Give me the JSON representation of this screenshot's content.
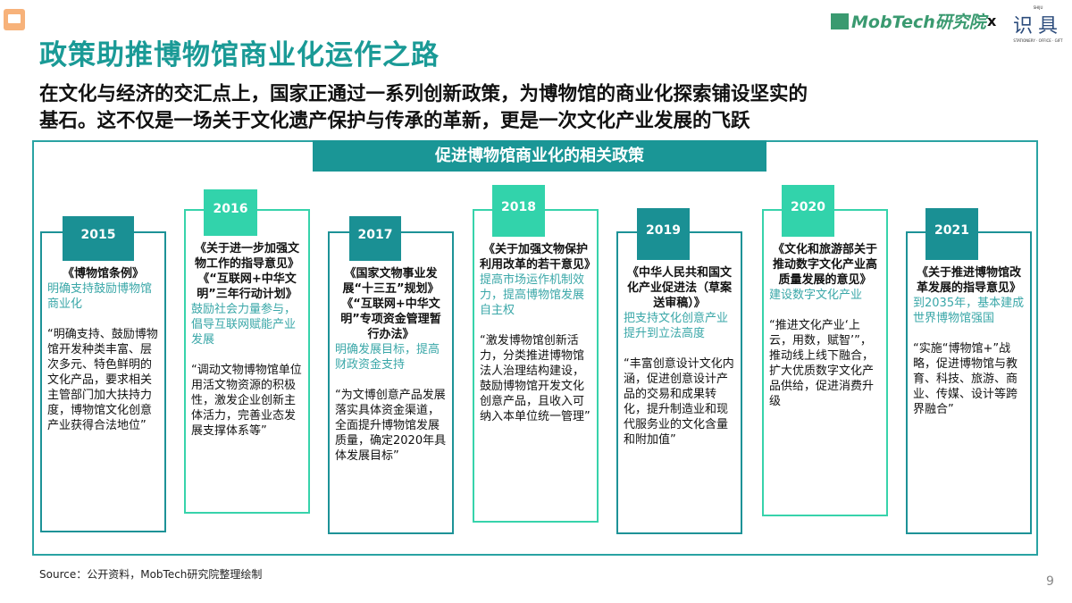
{
  "title": "政策助推博物馆商业化运作之路",
  "subtitle_lines": [
    "在文化与经济的交汇点上，国家正通过一系列创新政策，为博物馆的商业化探索铺设坚实的",
    "基石。这不仅是一场关于文化遗产保护与传承的革新，更是一次文化产业发展的飞跃"
  ],
  "logo": {
    "mobtech": "MobTech研究院",
    "cross": "x",
    "partner": "识具",
    "partner_small_top": "SHIJU",
    "partner_small_bottom": "STATIONERY · OFFICE · GIFT"
  },
  "section_header": "促进博物馆商业化的相关政策",
  "colors": {
    "teal_dark": "#1a9094",
    "teal_light": "#32d3ab",
    "title": "#1a9a96",
    "highlight": "#3aa7a8"
  },
  "policies": [
    {
      "year": "2015",
      "title": "《博物馆条例》",
      "highlight": "明确支持鼓励博物馆商业化",
      "quote": "“明确支持、鼓励博物馆开发种类丰富、层次多元、特色鲜明的文化产品，要求相关主管部门加大扶持力度，博物馆文化创意产业获得合法地位”"
    },
    {
      "year": "2016",
      "title": "《关于进一步加强文物工作的指导意见》《“互联网+中华文明”三年行动计划》",
      "highlight": "鼓励社会力量参与，倡导互联网赋能产业发展",
      "quote": "“调动文物博物馆单位用活文物资源的积极性，激发企业创新主体活力，完善业态发展支撑体系等”"
    },
    {
      "year": "2017",
      "title": "《国家文物事业发展“十三五”规划》《“互联网+中华文明”专项资金管理暂行办法》",
      "highlight": "明确发展目标，提高财政资金支持",
      "quote": "“为文博创意产品发展落实具体资金渠道，全面提升博物馆发展质量，确定2020年具体发展目标”"
    },
    {
      "year": "2018",
      "title": "《关于加强文物保护利用改革的若干意见》",
      "highlight": "提高市场运作机制效力，提高博物馆发展自主权",
      "quote": "“激发博物馆创新活力，分类推进博物馆法人治理结构建设，鼓励博物馆开发文化创意产品，且收入可纳入本单位统一管理”"
    },
    {
      "year": "2019",
      "title": "《中华人民共和国文化产业促进法（草案送审稿）》",
      "highlight": "把支持文化创意产业提升到立法高度",
      "quote": "“丰富创意设计文化内涵，促进创意设计产品的交易和成果转化，提升制造业和现代服务业的文化含量和附加值”"
    },
    {
      "year": "2020",
      "title": "《文化和旅游部关于推动数字文化产业高质量发展的意见》",
      "highlight": "建设数字文化产业",
      "quote": "“推进文化产业‘上云，用数，赋智’”，推动线上线下融合，扩大优质数字文化产品供给，促进消费升级"
    },
    {
      "year": "2021",
      "title": "《关于推进博物馆改革发展的指导意见》",
      "highlight": "到2035年，基本建成世界博物馆强国",
      "quote": "“实施“博物馆+”战略，促进博物馆与教育、科技、旅游、商业、传媒、设计等跨界融合”"
    }
  ],
  "source": "Source：公开资料，MobTech研究院整理绘制",
  "page_number": "9"
}
